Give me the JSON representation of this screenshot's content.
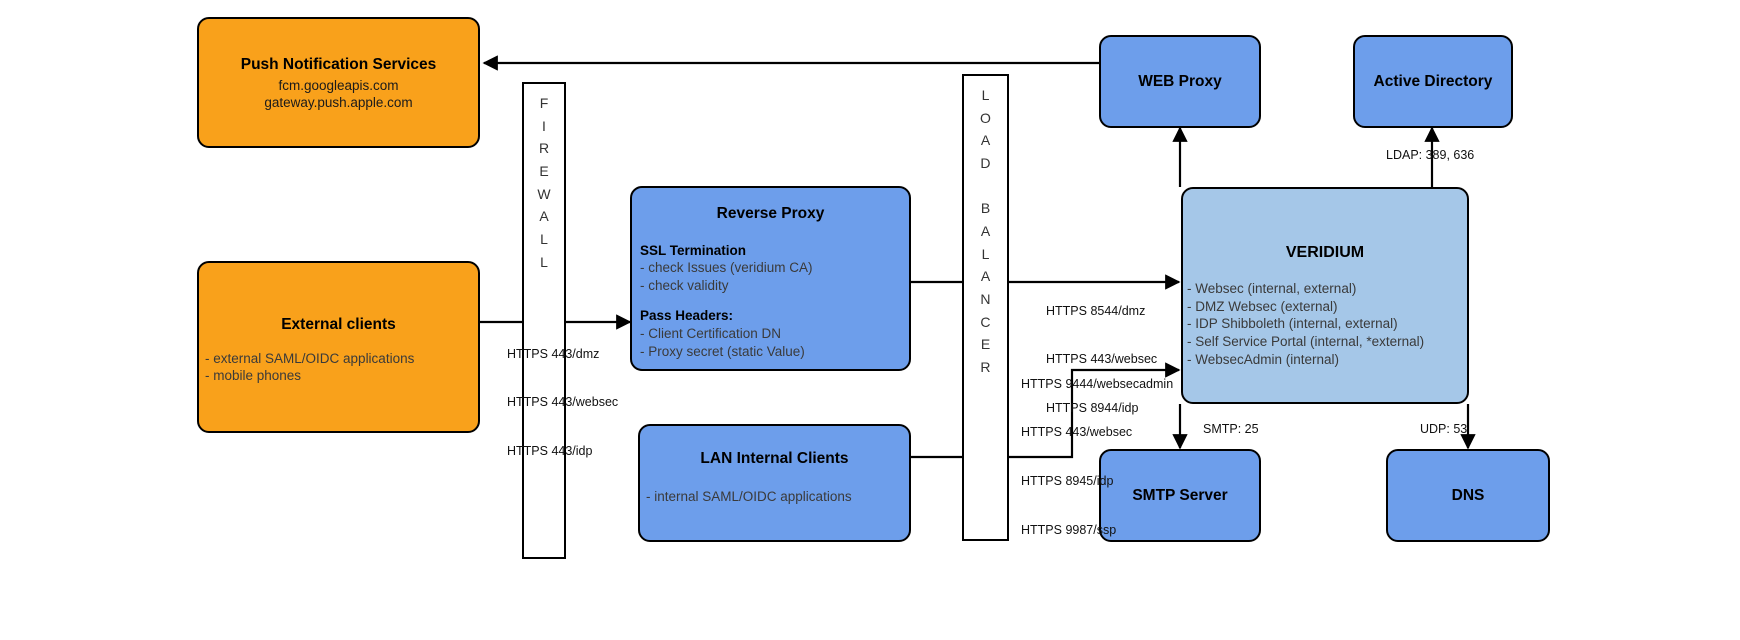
{
  "diagram": {
    "type": "network-architecture",
    "colors": {
      "orange": "#f9a11b",
      "blue": "#6d9eeb",
      "light_blue": "#a5c7e8",
      "stroke": "#000000",
      "background": "#ffffff"
    }
  },
  "nodes": {
    "push_notification": {
      "title": "Push Notification Services",
      "lines": [
        "fcm.googleapis.com",
        "gateway.push.apple.com"
      ],
      "color": "#f9a11b"
    },
    "external_clients": {
      "title": "External clients",
      "bullets": [
        "- external SAML/OIDC applications",
        "- mobile phones"
      ],
      "color": "#f9a11b"
    },
    "firewall": {
      "label": "FIREWALL",
      "letters": [
        "F",
        "I",
        "R",
        "E",
        "W",
        "A",
        "L",
        "L"
      ]
    },
    "reverse_proxy": {
      "title": "Reverse Proxy",
      "sections": [
        {
          "heading": "SSL Termination",
          "bullets": [
            "- check Issues (veridium CA)",
            "- check validity"
          ]
        },
        {
          "heading": "Pass Headers:",
          "bullets": [
            "- Client Certification DN",
            "- Proxy secret (static Value)"
          ]
        }
      ],
      "color": "#6d9eeb"
    },
    "lan_internal_clients": {
      "title": "LAN Internal Clients",
      "bullets": [
        "- internal SAML/OIDC applications"
      ],
      "color": "#6d9eeb"
    },
    "load_balancer": {
      "label": "LOAD BALANCER",
      "letters": [
        "L",
        "O",
        "A",
        "D",
        "",
        "B",
        "A",
        "L",
        "A",
        "N",
        "C",
        "E",
        "R"
      ]
    },
    "web_proxy": {
      "title": "WEB Proxy",
      "color": "#6d9eeb"
    },
    "active_directory": {
      "title": "Active Directory",
      "color": "#6d9eeb"
    },
    "veridium": {
      "title": "VERIDIUM",
      "bullets": [
        "- Websec (internal, external)",
        "- DMZ Websec (external)",
        "- IDP Shibboleth (internal, external)",
        "- Self Service Portal (internal, *external)",
        "- WebsecAdmin (internal)"
      ],
      "color": "#a5c7e8"
    },
    "smtp_server": {
      "title": "SMTP Server",
      "color": "#6d9eeb"
    },
    "dns": {
      "title": "DNS",
      "color": "#6d9eeb"
    }
  },
  "connection_labels": {
    "external_to_firewall": [
      "HTTPS 443/dmz",
      "HTTPS 443/websec",
      "HTTPS 443/idp"
    ],
    "lb_to_veridium_top": [
      "HTTPS 8544/dmz",
      "HTTPS 443/websec",
      "HTTPS 8944/idp"
    ],
    "lb_to_veridium_bottom": [
      "HTTPS 9444/websecadmin",
      "HTTPS 443/websec",
      "HTTPS 8945/idp",
      "HTTPS 9987/ssp"
    ],
    "veridium_to_ad": "LDAP: 389, 636",
    "veridium_to_smtp": "SMTP: 25",
    "veridium_to_dns": "UDP: 53"
  }
}
